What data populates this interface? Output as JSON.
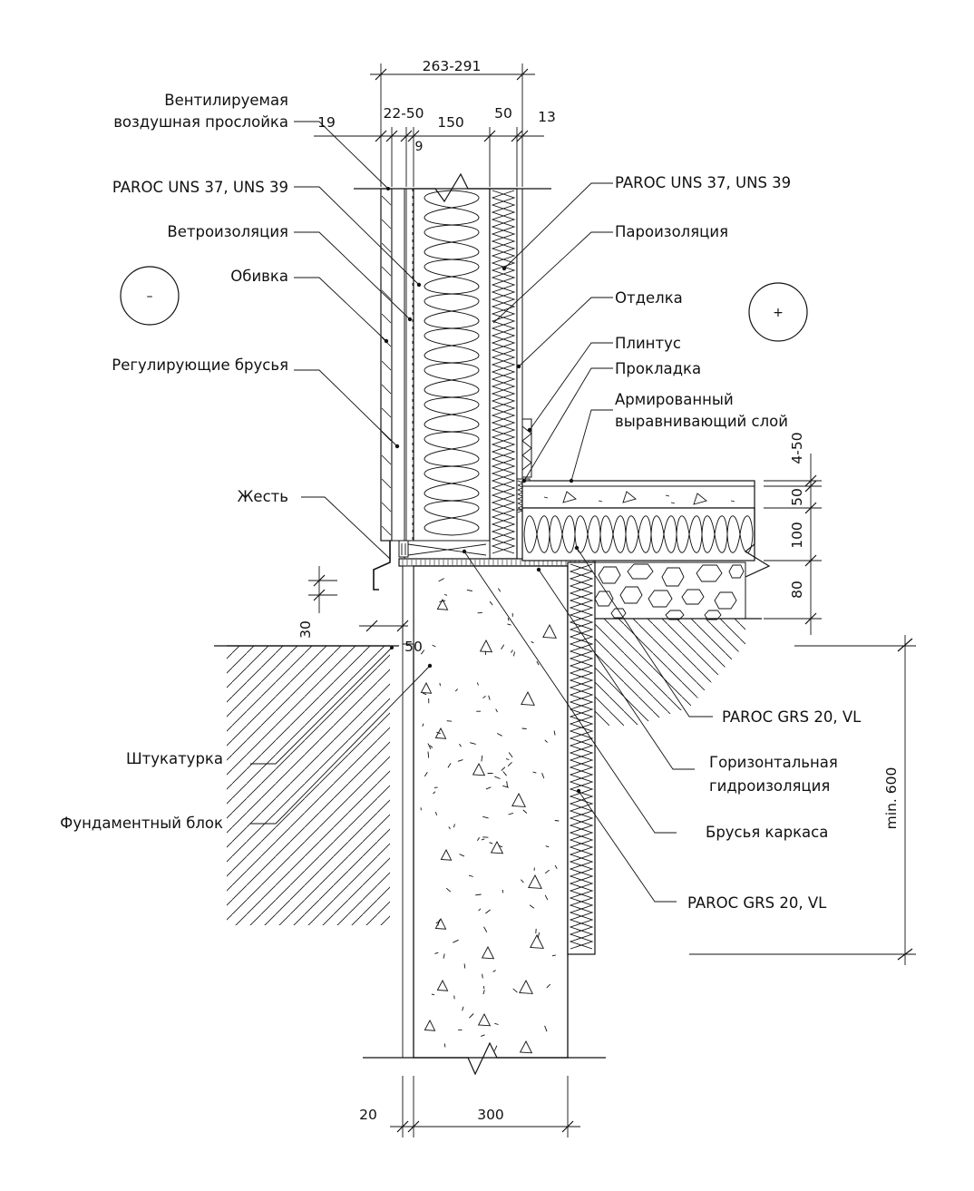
{
  "labels": {
    "ventilated_gap": [
      "Вентилируемая",
      "воздушная прослойка"
    ],
    "paroc_uns_left": "PAROC UNS 37, UNS 39",
    "wind_barrier": "Ветроизоляция",
    "cladding": "Обивка",
    "adjusting_battens": "Регулирующие брусья",
    "sheet_metal": "Жесть",
    "plaster": "Штукатурка",
    "foundation_block": "Фундаментный блок",
    "paroc_uns_right": "PAROC UNS 37, UNS 39",
    "vapour_barrier": "Пароизоляция",
    "finish": "Отделка",
    "skirting": "Плинтус",
    "gasket": "Прокладка",
    "reinforced_layer": [
      "Армированный",
      "выравнивающий слой"
    ],
    "paroc_grs_floor": "PAROC GRS 20, VL",
    "horizontal_waterproofing": [
      "Горизонтальная",
      "гидроизоляция"
    ],
    "frame_battens": "Брусья каркаса",
    "paroc_grs_wall": "PAROC GRS 20, VL"
  },
  "dimensions": {
    "total_wall": "263-291",
    "cladding_19": "19",
    "gap": "22-50",
    "wind_9": "9",
    "insulation": "150",
    "inner_insulation": "50",
    "finish_13": "13",
    "layer_4_50": "4-50",
    "layer_50": "50",
    "layer_100": "100",
    "layer_80": "80",
    "plinth_30": "30",
    "plinth_50": "50",
    "min_depth": "min. 600",
    "plaster_20": "20",
    "block_300": "300"
  },
  "symbols": {
    "outside": "–",
    "inside": "+"
  }
}
